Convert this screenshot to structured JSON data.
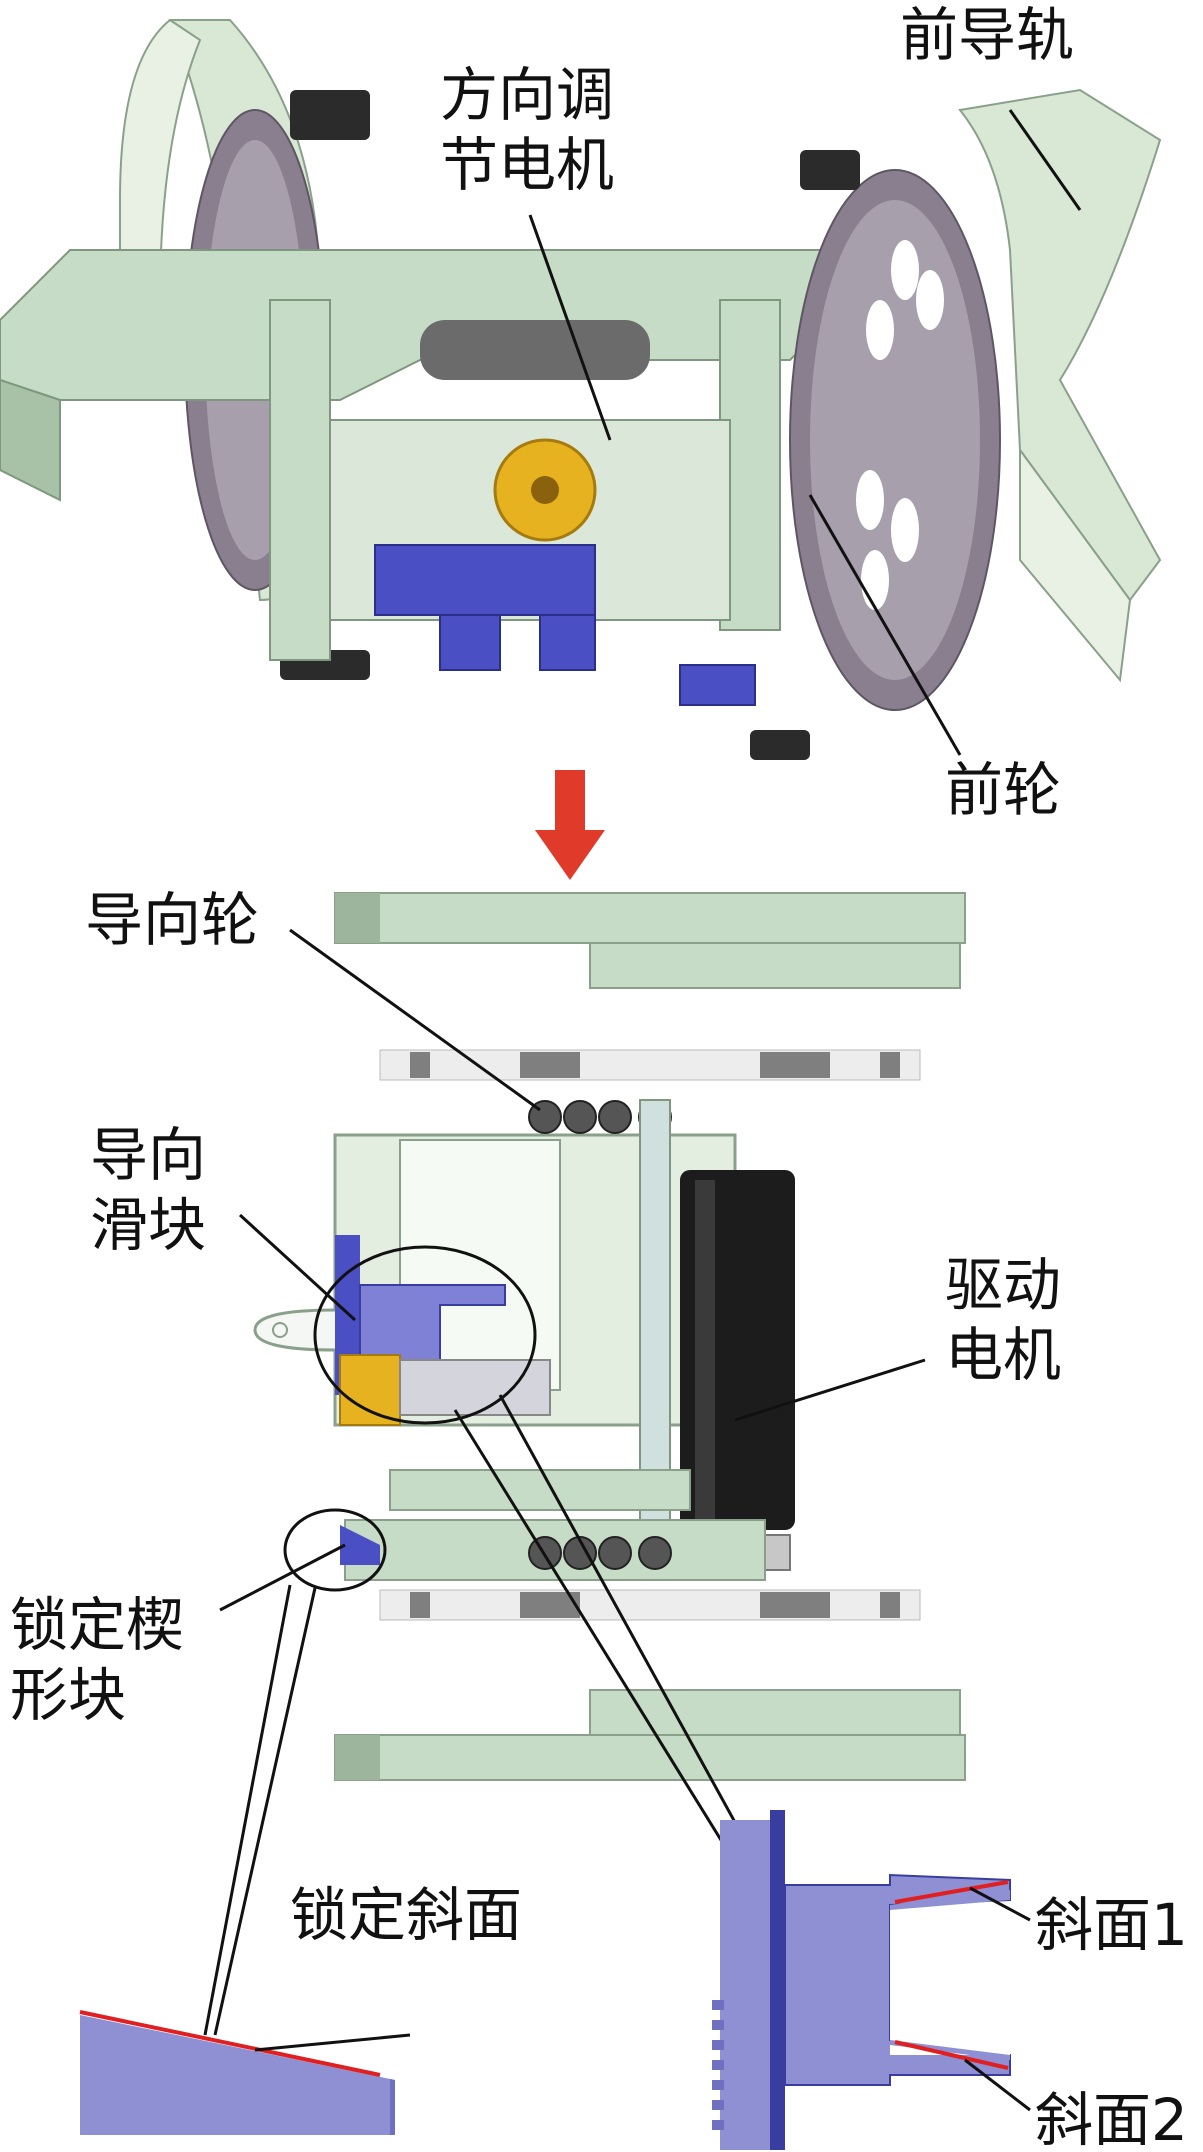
{
  "labels": {
    "direction_motor_line1": "方向调",
    "direction_motor_line2": "节电机",
    "front_rail": "前导轨",
    "front_wheel": "前轮",
    "guide_wheel": "导向轮",
    "guide_slider_line1": "导向",
    "guide_slider_line2": "滑块",
    "drive_motor_line1": "驱动",
    "drive_motor_line2": "电机",
    "lock_wedge_line1": "锁定楔",
    "lock_wedge_line2": "形块",
    "lock_slope": "锁定斜面",
    "slope1": "斜面1",
    "slope2": "斜面2"
  },
  "colors": {
    "frame": "#c6dcc6",
    "frame_dark": "#9cb59c",
    "wheel": "#8a7f8f",
    "wheel_light": "#b3a9b6",
    "slider": "#4b4fc4",
    "slider_light": "#8f90d4",
    "gear": "#e6b21f",
    "motor": "#1c1c1c",
    "arrow": "#e03a2a",
    "slope_line": "#e02020"
  }
}
